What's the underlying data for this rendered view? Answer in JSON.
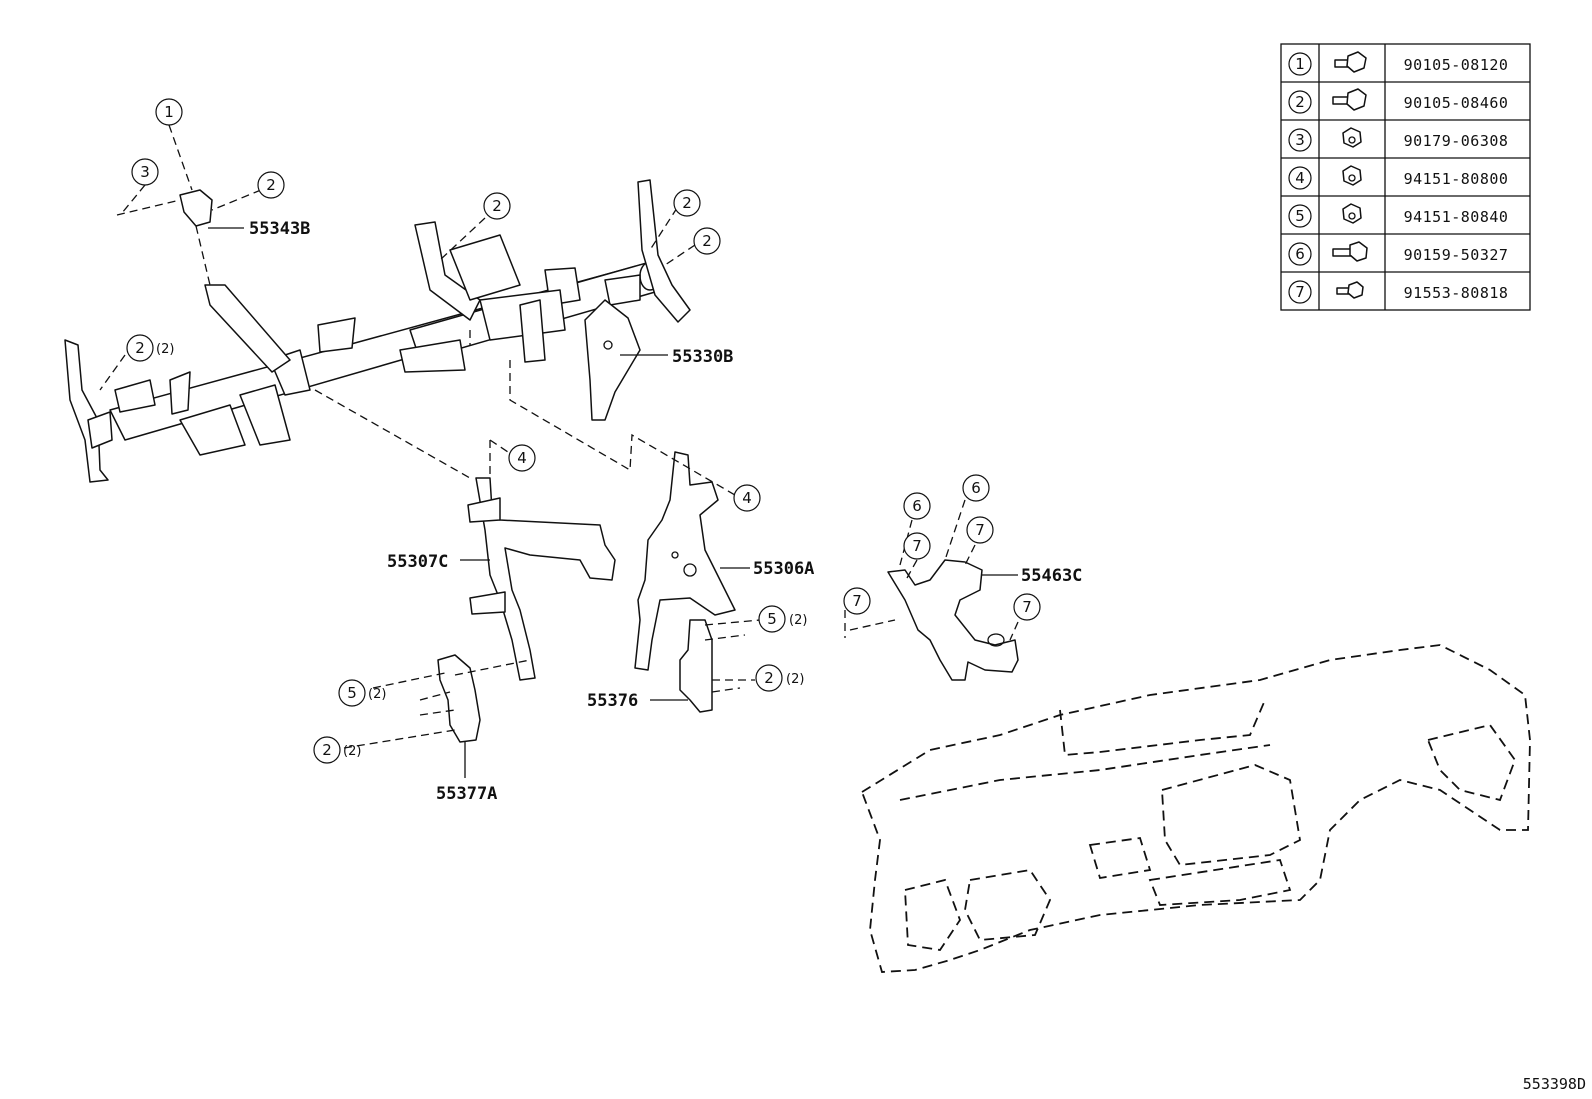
{
  "fastener_table": [
    {
      "key": "1",
      "part_number": "90105-08120",
      "icon": "flange-bolt-icon"
    },
    {
      "key": "2",
      "part_number": "90105-08460",
      "icon": "flange-bolt-icon"
    },
    {
      "key": "3",
      "part_number": "90179-06308",
      "icon": "flange-nut-icon"
    },
    {
      "key": "4",
      "part_number": "94151-80800",
      "icon": "flange-nut-icon"
    },
    {
      "key": "5",
      "part_number": "94151-80840",
      "icon": "flange-nut-icon"
    },
    {
      "key": "6",
      "part_number": "90159-50327",
      "icon": "screw-icon"
    },
    {
      "key": "7",
      "part_number": "91553-80818",
      "icon": "screw-icon"
    }
  ],
  "part_labels": {
    "p55343B": "55343B",
    "p55330B": "55330B",
    "p55307C": "55307C",
    "p55306A": "55306A",
    "p55463C": "55463C",
    "p55376": "55376",
    "p55377A": "55377A"
  },
  "callouts": {
    "c1": "1",
    "c3": "3",
    "c2": "2",
    "c4": "4",
    "c5": "5",
    "c6": "6",
    "c7": "7",
    "qty2": "(2)"
  },
  "figure_id": "553398D"
}
